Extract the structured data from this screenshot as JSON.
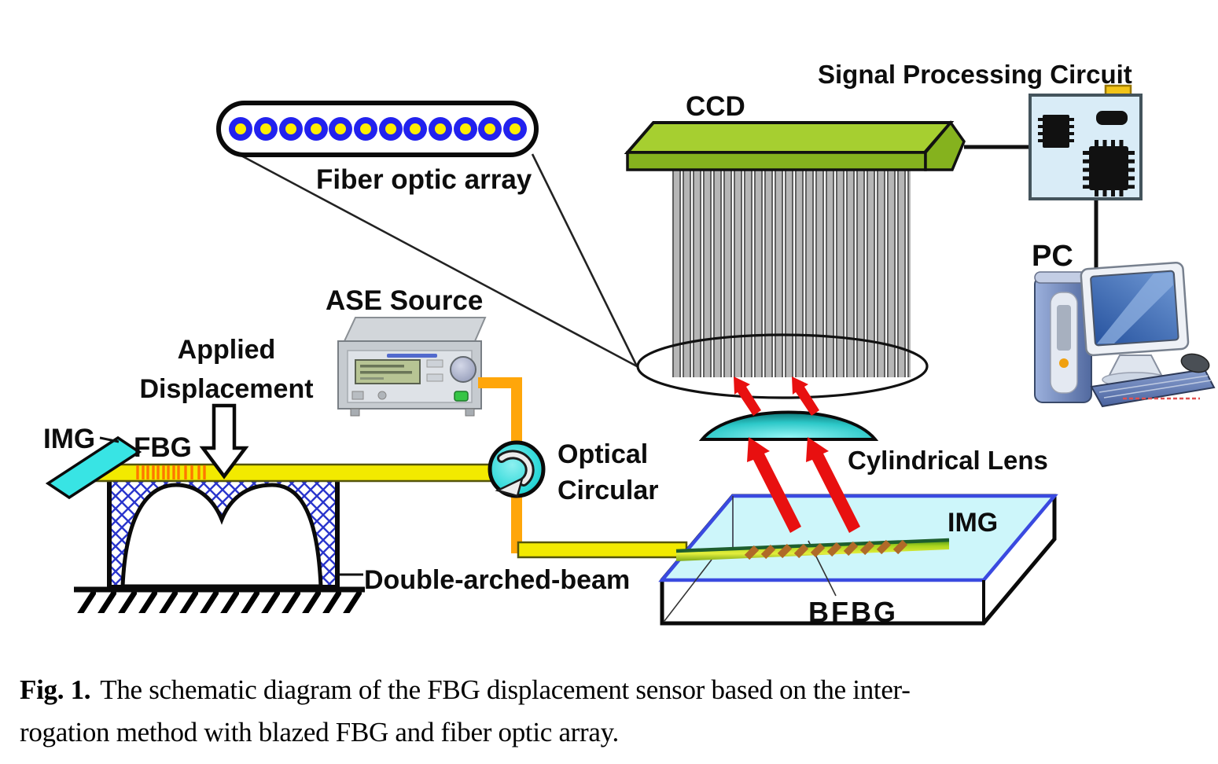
{
  "diagram": {
    "fiber_optic_array": {
      "label": "Fiber optic array",
      "fiber_count": 12
    },
    "ccd": {
      "label": "CCD"
    },
    "signal_processing_circuit": {
      "label": "Signal Processing Circuit"
    },
    "pc": {
      "label": "PC"
    },
    "ase_source": {
      "label": "ASE Source"
    },
    "applied_displacement": {
      "line1": "Applied",
      "line2": "Displacement"
    },
    "img_mirror": {
      "label": "IMG"
    },
    "fbg": {
      "label": "FBG"
    },
    "optical_circulator": {
      "line1": "Optical",
      "line2": "Circular"
    },
    "double_arched_beam": {
      "label": "Double-arched-beam"
    },
    "cylindrical_lens": {
      "label": "Cylindrical Lens"
    },
    "img_plate": {
      "label": "IMG"
    },
    "bfbg": {
      "label": "BFBG"
    }
  },
  "caption": {
    "tag": "Fig. 1.",
    "line1": "The schematic diagram of the FBG displacement sensor based on the inter-",
    "line2": "rogation method with blazed FBG and fiber optic array."
  },
  "colors": {
    "fiber_yellow": "#f2ea00",
    "cable_orange": "#ffa60a",
    "ccd_green": "#a6cf30",
    "ccd_green_dark": "#85b21e",
    "circulator_cyan": "#2bd8d8",
    "lens_teal": "#18c8c8",
    "arrow_red": "#e81010",
    "crosshatch_blue": "#2a35cc",
    "plate_cyan": "#cdf6fa",
    "plate_border_blue": "#3a4ae0",
    "grating_brown": "#b06a28",
    "circuit_fill": "#d9ecf7",
    "mirror_cyan": "#38e4e4",
    "fiber_core_blue": "#2222ee",
    "fiber_core_yellow": "#ffee00"
  }
}
